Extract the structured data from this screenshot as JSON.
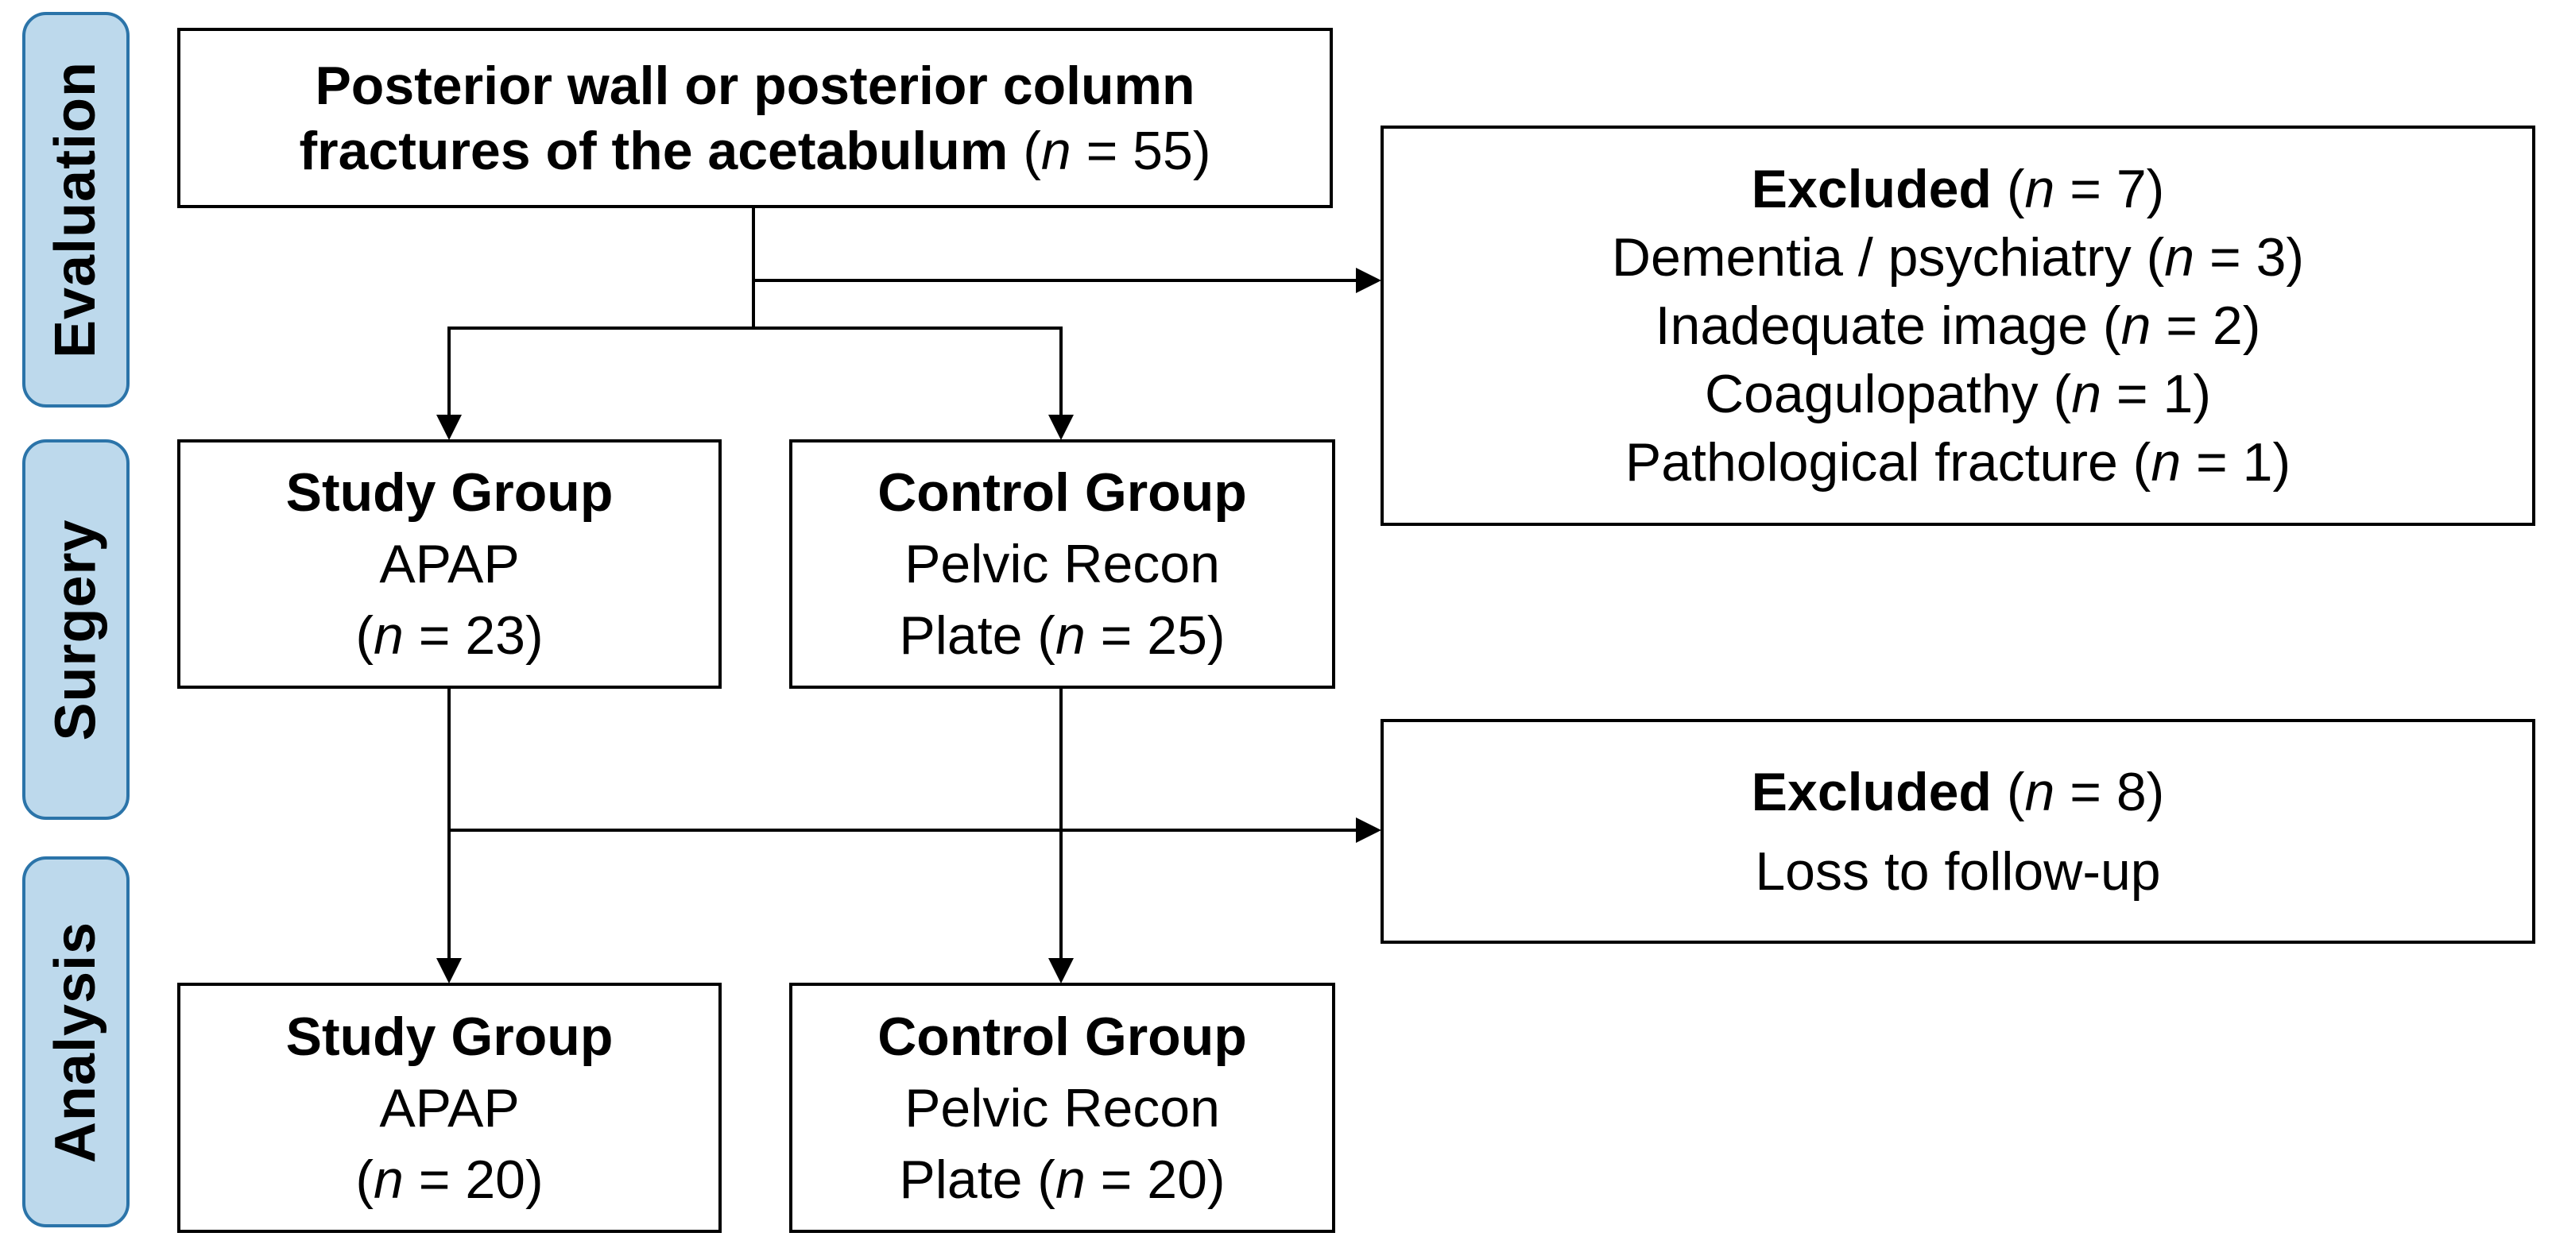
{
  "figure": {
    "type": "study-flow-diagram",
    "background": "#FFFFFF"
  },
  "colors": {
    "stage_fill": "#BDD9EC",
    "stage_border": "#2B74A9",
    "box_border": "#000000",
    "connector": "#000000",
    "text": "#000000"
  },
  "stages": {
    "evaluation": "Evaluation",
    "surgery": "Surgery",
    "analysis": "Analysis"
  },
  "boxes": {
    "enrollment": {
      "lines": [
        {
          "segs": [
            {
              "t": "Posterior wall or posterior column",
              "s": "bold"
            }
          ]
        },
        {
          "segs": [
            {
              "t": "fractures of the acetabulum",
              "s": "bold"
            },
            {
              "t": " (",
              "s": "reg"
            },
            {
              "t": "n",
              "s": "italic"
            },
            {
              "t": " = 55)",
              "s": "reg"
            }
          ]
        }
      ]
    },
    "excluded_evaluation": {
      "lines": [
        {
          "segs": [
            {
              "t": "Excluded",
              "s": "bold"
            },
            {
              "t": " (",
              "s": "reg"
            },
            {
              "t": "n",
              "s": "italic"
            },
            {
              "t": " = 7)",
              "s": "reg"
            }
          ]
        },
        {
          "segs": [
            {
              "t": "Dementia / psychiatry (",
              "s": "reg"
            },
            {
              "t": "n",
              "s": "italic"
            },
            {
              "t": " = 3)",
              "s": "reg"
            }
          ]
        },
        {
          "segs": [
            {
              "t": "Inadequate image (",
              "s": "reg"
            },
            {
              "t": "n",
              "s": "italic"
            },
            {
              "t": " = 2)",
              "s": "reg"
            }
          ]
        },
        {
          "segs": [
            {
              "t": "Coagulopathy (",
              "s": "reg"
            },
            {
              "t": "n",
              "s": "italic"
            },
            {
              "t": " = 1)",
              "s": "reg"
            }
          ]
        },
        {
          "segs": [
            {
              "t": "Pathological fracture (",
              "s": "reg"
            },
            {
              "t": "n",
              "s": "italic"
            },
            {
              "t": " = 1)",
              "s": "reg"
            }
          ]
        }
      ]
    },
    "study_surgery": {
      "lines": [
        {
          "segs": [
            {
              "t": "Study Group",
              "s": "bold"
            }
          ]
        },
        {
          "segs": [
            {
              "t": "APAP",
              "s": "reg"
            }
          ]
        },
        {
          "segs": [
            {
              "t": "(",
              "s": "reg"
            },
            {
              "t": "n",
              "s": "italic"
            },
            {
              "t": " = 23)",
              "s": "reg"
            }
          ]
        }
      ]
    },
    "control_surgery": {
      "lines": [
        {
          "segs": [
            {
              "t": "Control Group",
              "s": "bold"
            }
          ]
        },
        {
          "segs": [
            {
              "t": "Pelvic Recon",
              "s": "reg"
            }
          ]
        },
        {
          "segs": [
            {
              "t": "Plate (",
              "s": "reg"
            },
            {
              "t": "n",
              "s": "italic"
            },
            {
              "t": " = 25)",
              "s": "reg"
            }
          ]
        }
      ]
    },
    "excluded_analysis": {
      "lines": [
        {
          "segs": [
            {
              "t": "Excluded",
              "s": "bold"
            },
            {
              "t": " (",
              "s": "reg"
            },
            {
              "t": "n",
              "s": "italic"
            },
            {
              "t": " = 8)",
              "s": "reg"
            }
          ]
        },
        {
          "segs": [
            {
              "t": "Loss to follow-up",
              "s": "reg"
            }
          ]
        }
      ]
    },
    "study_analysis": {
      "lines": [
        {
          "segs": [
            {
              "t": "Study Group",
              "s": "bold"
            }
          ]
        },
        {
          "segs": [
            {
              "t": "APAP",
              "s": "reg"
            }
          ]
        },
        {
          "segs": [
            {
              "t": "(",
              "s": "reg"
            },
            {
              "t": "n",
              "s": "italic"
            },
            {
              "t": " = 20)",
              "s": "reg"
            }
          ]
        }
      ]
    },
    "control_analysis": {
      "lines": [
        {
          "segs": [
            {
              "t": "Control Group",
              "s": "bold"
            }
          ]
        },
        {
          "segs": [
            {
              "t": "Pelvic Recon",
              "s": "reg"
            }
          ]
        },
        {
          "segs": [
            {
              "t": "Plate (",
              "s": "reg"
            },
            {
              "t": "n",
              "s": "italic"
            },
            {
              "t": " = 20)",
              "s": "reg"
            }
          ]
        }
      ]
    }
  }
}
